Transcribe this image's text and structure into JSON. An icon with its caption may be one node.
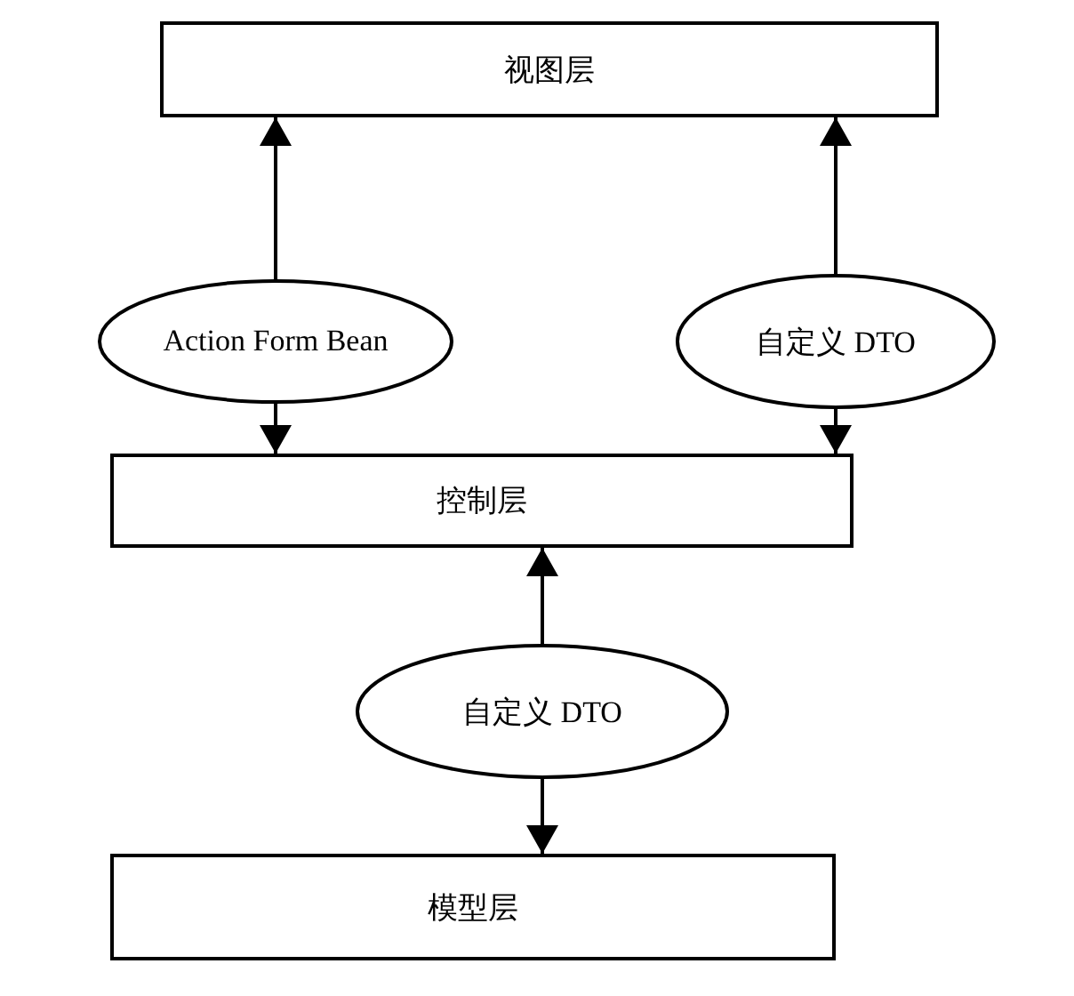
{
  "diagram": {
    "nodes": [
      {
        "text": [
          "视图层"
        ]
      },
      {
        "text": [
          "Action Form Bean"
        ]
      },
      {
        "text": [
          "自定义 DTO"
        ]
      },
      {
        "text": [
          "控制层"
        ]
      },
      {
        "text": [
          "自定义 DTO"
        ]
      },
      {
        "text": [
          "模型层"
        ]
      }
    ],
    "edges": [
      {
        "from": 1,
        "to": 0,
        "arrow": "to"
      },
      {
        "from": 1,
        "to": 3,
        "arrow": "to"
      },
      {
        "from": 2,
        "to": 0,
        "arrow": "to"
      },
      {
        "from": 2,
        "to": 3,
        "arrow": "to"
      },
      {
        "from": 4,
        "to": 3,
        "arrow": "to"
      },
      {
        "from": 4,
        "to": 5,
        "arrow": "to"
      }
    ]
  }
}
